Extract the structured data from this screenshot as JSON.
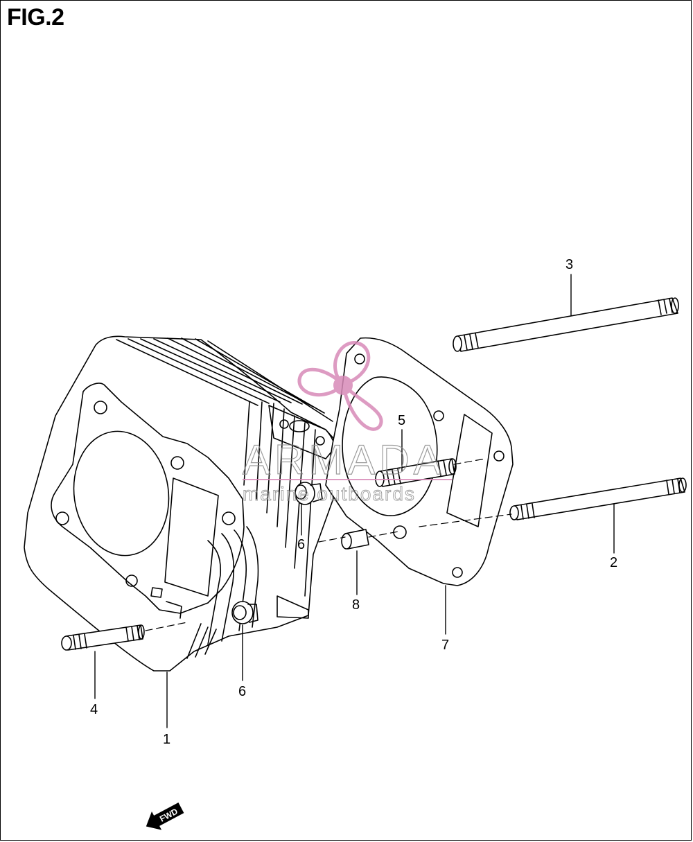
{
  "figure": {
    "title": "FIG.2"
  },
  "callouts": {
    "c1": "1",
    "c2": "2",
    "c3": "3",
    "c4": "4",
    "c5": "5",
    "c6a": "6",
    "c6b": "6",
    "c7": "7",
    "c8": "8"
  },
  "watermark": {
    "brand": "ARMADA",
    "tagline": "marine outboards",
    "color": "#d88ab8"
  },
  "fwd_arrow": {
    "label": "FWD"
  },
  "colors": {
    "line": "#000000",
    "background": "#ffffff"
  }
}
